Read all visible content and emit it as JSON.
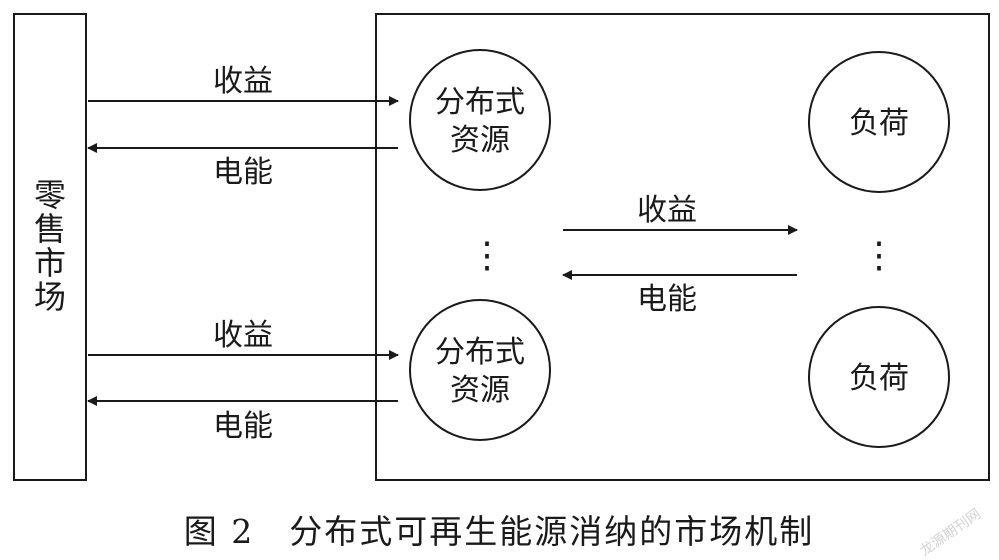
{
  "retail_market": {
    "label_chars": [
      "零",
      "售",
      "市",
      "场"
    ]
  },
  "nodes": {
    "distributed_resource_top": [
      "分布式",
      "资源"
    ],
    "distributed_resource_bottom": [
      "分布式",
      "资源"
    ],
    "load_top": "负荷",
    "load_bottom": "负荷"
  },
  "flows": {
    "market_top_revenue": "收益",
    "market_top_power": "电能",
    "market_bottom_revenue": "收益",
    "market_bottom_power": "电能",
    "middle_revenue": "收益",
    "middle_power": "电能"
  },
  "ellipsis": {
    "left": "⋮",
    "right": "⋮"
  },
  "caption": "图 2　分布式可再生能源消纳的市场机制",
  "watermark": "龙源期刊网"
}
